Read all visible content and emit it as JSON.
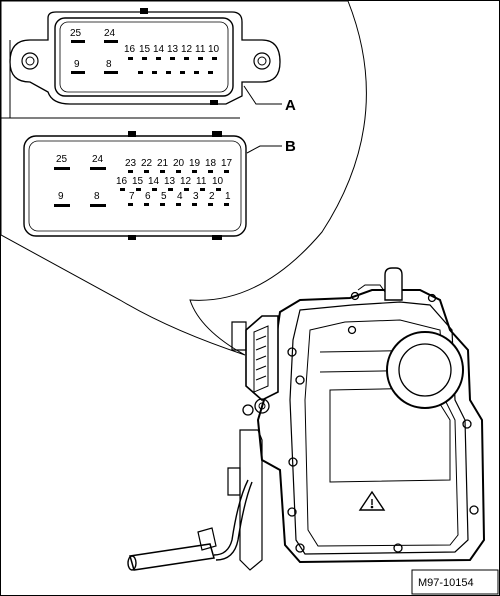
{
  "connector_a": {
    "callout": "A",
    "pins_left": [
      "25",
      "24",
      "9",
      "8"
    ],
    "pins_right": [
      "16",
      "15",
      "14",
      "13",
      "12",
      "11",
      "10"
    ]
  },
  "connector_b": {
    "callout": "B",
    "pins_left": [
      "25",
      "24",
      "9",
      "8"
    ],
    "pins_row1": [
      "23",
      "22",
      "21",
      "20",
      "19",
      "18",
      "17"
    ],
    "pins_row2": [
      "16",
      "15",
      "14",
      "13",
      "12",
      "11",
      "10"
    ],
    "pins_row3": [
      "7",
      "6",
      "5",
      "4",
      "3",
      "2",
      "1"
    ]
  },
  "reference": "M97-10154"
}
